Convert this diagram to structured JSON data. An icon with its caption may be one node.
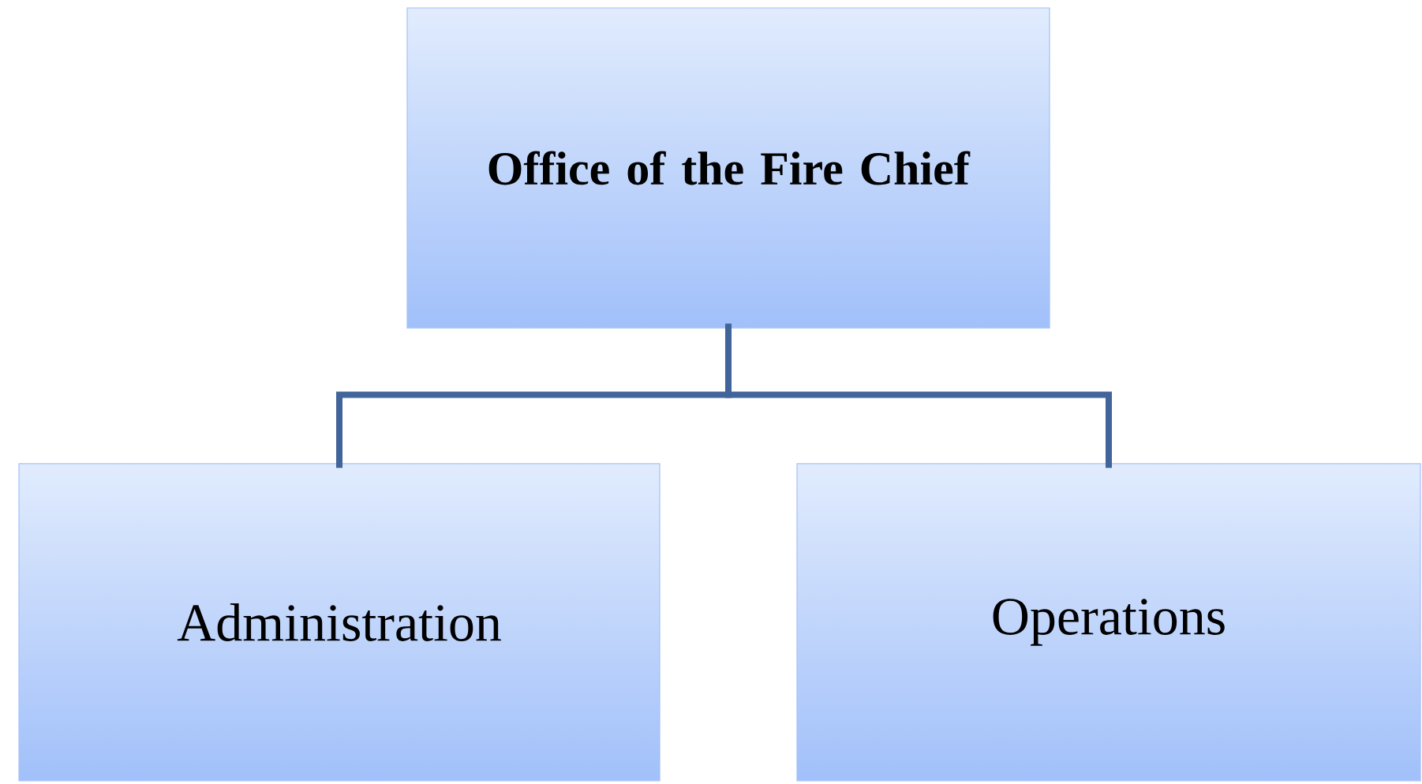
{
  "diagram": {
    "nodes": [
      {
        "text": [
          "**Office of the Fire Chief**"
        ]
      },
      {
        "text": [
          "Administration"
        ]
      },
      {
        "text": [
          "Operations"
        ]
      }
    ],
    "edges": [
      {
        "from": 0,
        "to": 1,
        "arrow": "none"
      },
      {
        "from": 0,
        "to": 2,
        "arrow": "none"
      }
    ]
  }
}
